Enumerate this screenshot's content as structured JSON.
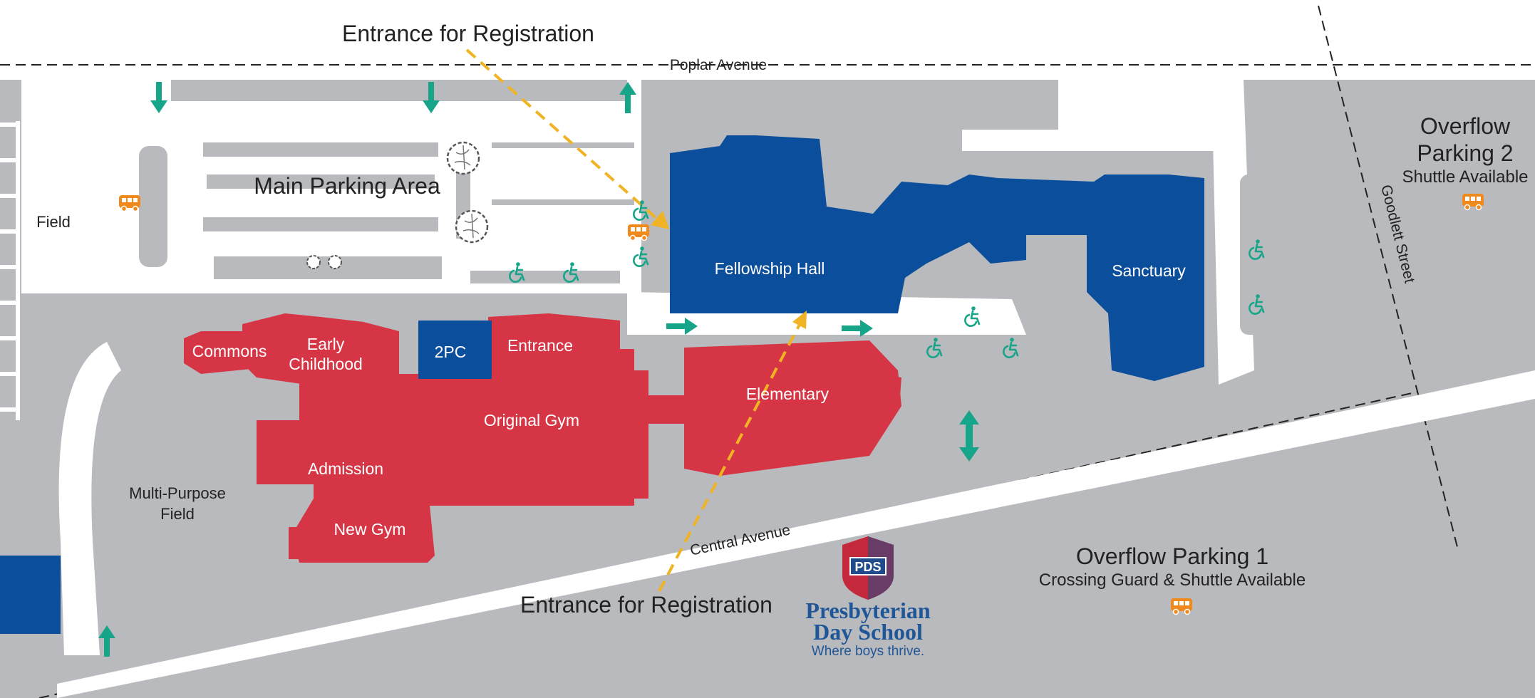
{
  "roads": {
    "poplar": "Poplar Avenue",
    "central": "Central Avenue",
    "goodlett": "Goodlett Street"
  },
  "entrances": {
    "top": "Entrance for Registration",
    "bottom": "Entrance for Registration"
  },
  "areas": {
    "main_parking": "Main Parking Area",
    "field": "Field",
    "multi_purpose_line1": "Multi-Purpose",
    "multi_purpose_line2": "Field",
    "overflow2_line1": "Overflow",
    "overflow2_line2": "Parking 2",
    "overflow2_sub": "Shuttle Available",
    "overflow1_title": "Overflow Parking 1",
    "overflow1_sub": "Crossing Guard & Shuttle Available"
  },
  "buildings": {
    "commons": "Commons",
    "early_line1": "Early",
    "early_line2": "Childhood",
    "twopc": "2PC",
    "entrance": "Entrance",
    "original_gym": "Original Gym",
    "admission": "Admission",
    "new_gym": "New Gym",
    "elementary": "Elementary",
    "fellowship_hall": "Fellowship Hall",
    "sanctuary": "Sanctuary"
  },
  "logo": {
    "badge": "PDS",
    "name_line1": "Presbyterian",
    "name_line2": "Day School",
    "tagline": "Where boys thrive."
  },
  "colors": {
    "pavement": "#b9babd",
    "red_building": "#d63545",
    "blue_building": "#0b4e9b",
    "arrow_teal": "#16a589",
    "entrance_arrow": "#f0b323",
    "shuttle": "#f08a1c",
    "logo_red": "#c4283b",
    "logo_navy": "#1f4d8c"
  },
  "icons": [
    "accessible-parking-icon",
    "shuttle-bus-icon",
    "traffic-arrow-icon",
    "tree-icon"
  ]
}
